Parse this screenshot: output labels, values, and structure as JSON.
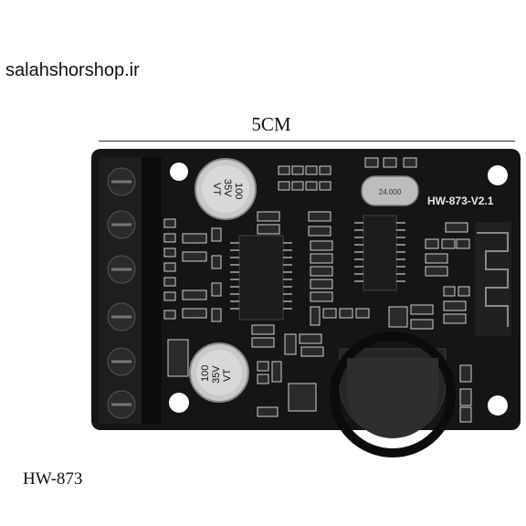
{
  "watermark": "salahshorshop.ir",
  "dimension_label": "5CM",
  "product_label": "HW-873",
  "board": {
    "silkscreen": "HW-873-V2.1",
    "cap_top": {
      "line1": "100",
      "line2": "35V",
      "line3": "VT"
    },
    "cap_bottom": {
      "line1": "100",
      "line2": "35V",
      "line3": "VT"
    },
    "crystal": "24.000",
    "colors": {
      "pcb": "#141414",
      "silk": "#e8e8e8",
      "chip": "#1c1c1c",
      "cap": "#c9c9c9"
    }
  }
}
